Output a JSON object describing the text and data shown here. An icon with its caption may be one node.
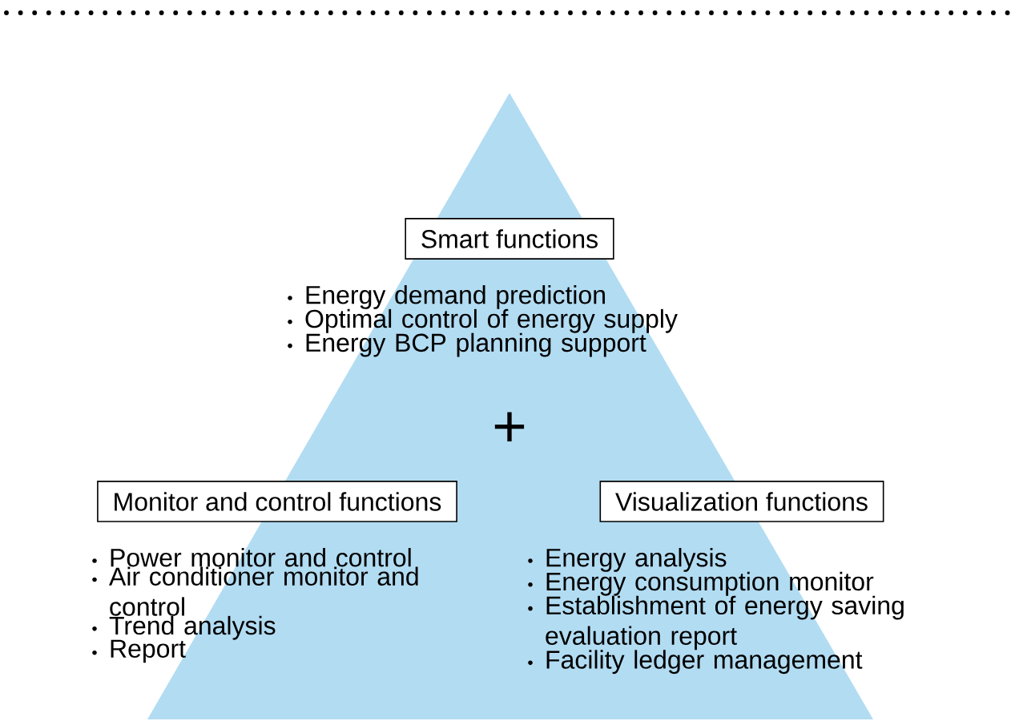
{
  "diagram": {
    "nodes": [
      {
        "text": [
          "Smart functions"
        ],
        "beside": [
          "Energy demand prediction",
          "Optimal control of energy supply",
          "Energy BCP planning support"
        ]
      },
      {
        "text": [
          "Monitor and control functions"
        ],
        "beside": [
          "Power monitor and control",
          "Air conditioner monitor and control",
          "Trend analysis",
          "Report"
        ]
      },
      {
        "text": [
          "Visualization functions"
        ],
        "beside": [
          "Energy analysis",
          "Energy consumption monitor",
          "Establishment of energy saving evaluation report",
          "Facility ledger management"
        ]
      }
    ],
    "labels": [
      "+"
    ]
  }
}
